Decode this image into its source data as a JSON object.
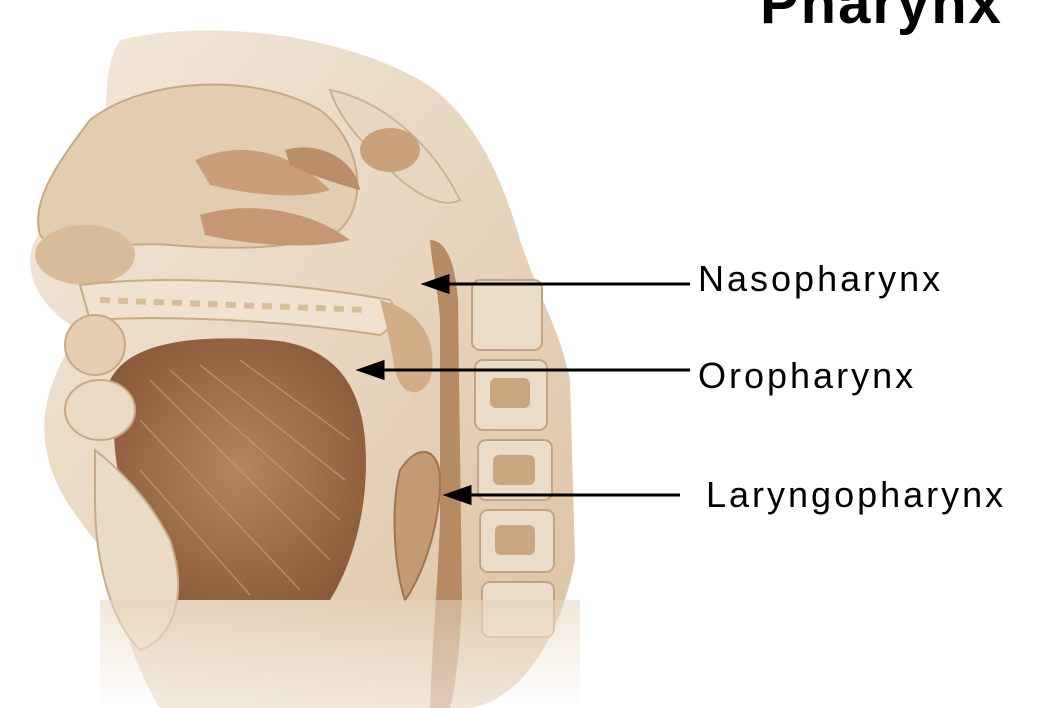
{
  "title": "Pharynx",
  "labels": {
    "nasopharynx": "Nasopharynx",
    "oropharynx": "Oropharynx",
    "laryngopharynx": "Laryngopharynx"
  },
  "colors": {
    "tissue_light": "#efe3d3",
    "tissue_mid": "#d9bf9f",
    "tissue_dark": "#a77a52",
    "muscle": "#9b6a44",
    "bone": "#e8dccb",
    "airway": "#c9a27a",
    "text": "#000000"
  }
}
